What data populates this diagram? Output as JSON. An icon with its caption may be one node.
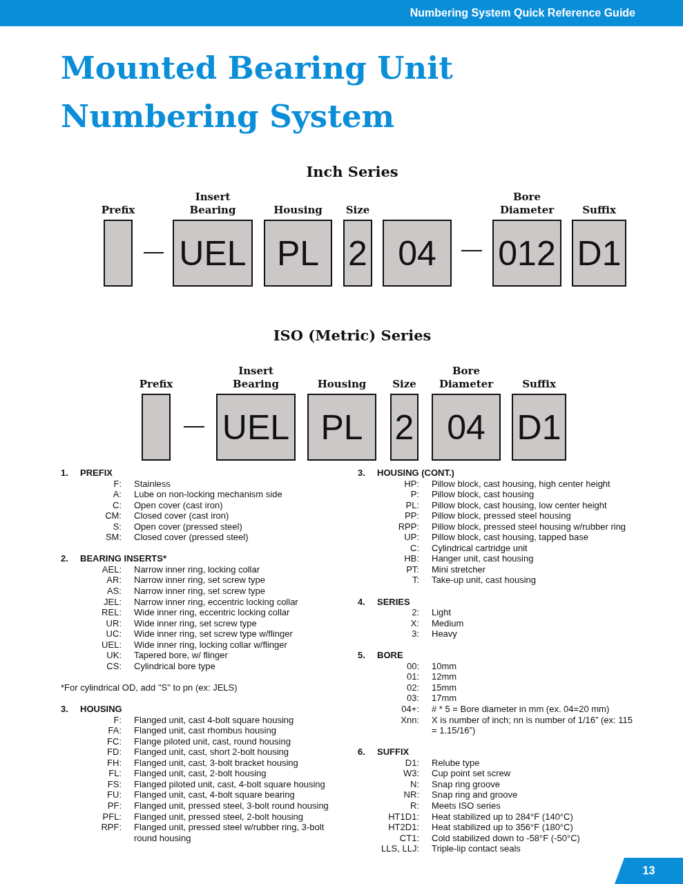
{
  "diagram": {
    "title": "Mounted Bearing Unit Numbering System",
    "nodes": [
      {
        "text": [
          "Prefix"
        ]
      },
      {
        "text": [
          "Insert Bearing",
          "UEL"
        ]
      },
      {
        "text": [
          "Housing",
          "PL"
        ]
      },
      {
        "text": [
          "Size",
          "2"
        ]
      },
      {
        "text": [
          "04"
        ]
      },
      {
        "text": [
          "Bore Diameter",
          "012"
        ]
      },
      {
        "text": [
          "Suffix",
          "D1"
        ]
      },
      {
        "text": [
          "Prefix"
        ]
      },
      {
        "text": [
          "Insert Bearing",
          "UEL"
        ]
      },
      {
        "text": [
          "Housing",
          "PL"
        ]
      },
      {
        "text": [
          "Size",
          "2"
        ]
      },
      {
        "text": [
          "Bore Diameter",
          "04"
        ]
      },
      {
        "text": [
          "Suffix",
          "D1"
        ]
      }
    ],
    "edges": [],
    "labels": [
      "Numbering System Quick Reference Guide",
      "Inch Series",
      "ISO (Metric) Series",
      "1.",
      "PREFIX",
      "F:",
      "Stainless",
      "A:",
      "Lube on non-locking mechanism side",
      "C:",
      "Open cover (cast iron)",
      "CM:",
      "Closed cover (cast iron)",
      "S:",
      "Open cover (pressed steel)",
      "SM:",
      "Closed cover (pressed steel)",
      "2.",
      "BEARING INSERTS*",
      "AEL:",
      "Narrow inner ring, locking collar",
      "AR:",
      "Narrow inner ring, set screw type",
      "AS:",
      "Narrow inner ring, set screw type",
      "JEL:",
      "Narrow inner ring, eccentric locking collar",
      "REL:",
      "Wide inner ring, eccentric locking collar",
      "UR:",
      "Wide inner ring, set screw type",
      "UC:",
      "Wide inner ring, set screw type w/flinger",
      "UEL:",
      "Wide inner ring, locking collar w/flinger",
      "UK:",
      "Tapered bore,  w/ flinger",
      "CS:",
      "Cylindrical bore type",
      "*For cylindrical OD, add \"S\" to pn (ex: JELS)",
      "3.",
      "HOUSING",
      "F:",
      "Flanged unit, cast 4-bolt square housing",
      "FA:",
      "Flanged unit, cast rhombus housing",
      "FC:",
      "Flange piloted unit, cast, round housing",
      "FD:",
      "Flanged unit, cast, short 2-bolt housing",
      "FH:",
      "Flanged unit, cast, 3-bolt bracket housing",
      "FL:",
      "Flanged unit, cast, 2-bolt housing",
      "FS:",
      "Flanged piloted unit, cast, 4-bolt square housing",
      "FU:",
      "Flanged unit, cast, 4-bolt square bearing",
      "PF:",
      "Flanged unit, pressed steel, 3-bolt round housing",
      "PFL:",
      "Flanged unit, pressed steel, 2-bolt housing",
      "RPF:",
      "Flanged unit, pressed steel w/rubber ring, 3-bolt round housing",
      "3.",
      "HOUSING (CONT.)",
      "HP:",
      "Pillow block, cast housing, high center height",
      "P:",
      "Pillow block, cast housing",
      "PL:",
      "Pillow block, cast housing, low center height",
      "PP:",
      "Pillow block, pressed steel housing",
      "RPP:",
      "Pillow block, pressed steel housing w/rubber ring",
      "UP:",
      "Pillow block, cast housing, tapped base",
      "C:",
      "Cylindrical cartridge unit",
      "HB:",
      "Hanger unit, cast housing",
      "PT:",
      "Mini stretcher",
      "T:",
      "Take-up unit, cast housing",
      "4.",
      "SERIES",
      "2:",
      "Light",
      "X:",
      "Medium",
      "3:",
      "Heavy",
      "5.",
      "BORE",
      "00:",
      "10mm",
      "01:",
      "12mm",
      "02:",
      "15mm",
      "03:",
      "17mm",
      "04+:",
      "# * 5 = Bore diameter in mm (ex. 04=20 mm)",
      "Xnn:",
      "X is number of inch; nn is number of 1/16” (ex: 115 = 1.15/16”)",
      "6.",
      "SUFFIX",
      "D1:",
      "Relube type",
      "W3:",
      "Cup point set screw",
      "N:",
      "Snap ring groove",
      "NR:",
      "Snap ring and groove",
      "R:",
      "Meets ISO series",
      "HT1D1:",
      "Heat stabilized up to 284°F (140°C)",
      "HT2D1:",
      "Heat stabilized up to 356°F (180°C)",
      "CT1:",
      "Cold stabilized down to -58°F (-50°C)",
      "LLS, LLJ:",
      "Triple-lip contact seals",
      "13"
    ]
  }
}
